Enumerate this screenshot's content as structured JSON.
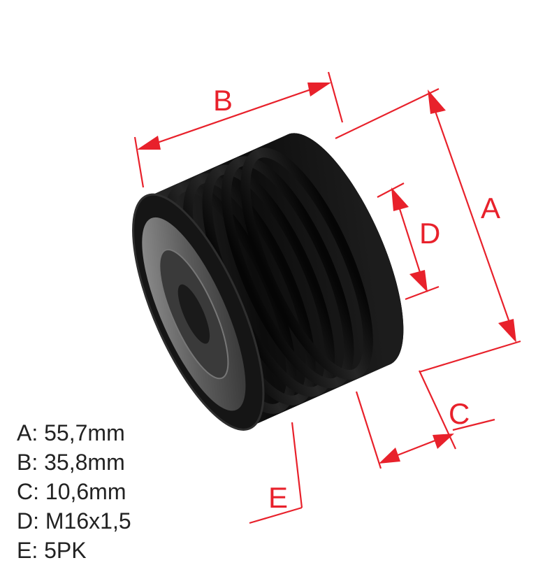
{
  "colors": {
    "dimension": "#e8212b",
    "pulley_body": "#111111",
    "text": "#222222",
    "background": "#ffffff"
  },
  "labels": {
    "A": "A",
    "B": "B",
    "C": "C",
    "D": "D",
    "E": "E"
  },
  "specs": [
    {
      "key": "A",
      "text": "A: 55,7mm"
    },
    {
      "key": "B",
      "text": "B: 35,8mm"
    },
    {
      "key": "C",
      "text": "C: 10,6mm"
    },
    {
      "key": "D",
      "text": "D: M16x1,5"
    },
    {
      "key": "E",
      "text": "E: 5PK"
    }
  ],
  "product": {
    "type": "alternator overrunning pulley",
    "icon": "pulley-illustration"
  }
}
